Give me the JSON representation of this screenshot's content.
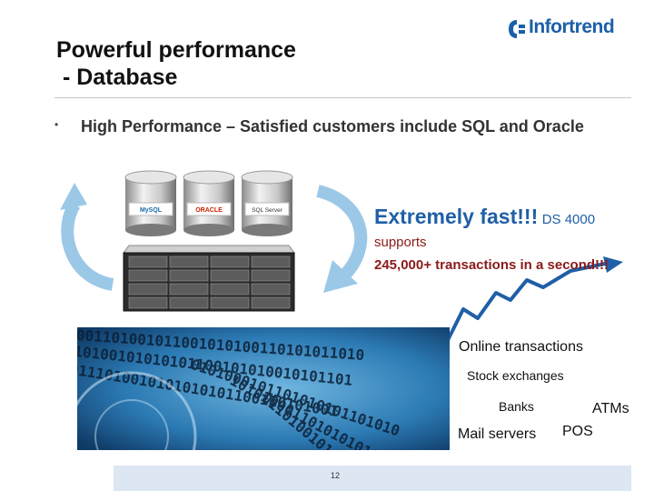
{
  "slide": {
    "title_line1": "Powerful performance",
    "title_line2": " - Database",
    "bullet_marker": "•",
    "bullet_text": "High Performance – Satisfied customers include SQL and Oracle",
    "page_number": "12"
  },
  "logo": {
    "text": "Infortrend",
    "color": "#1b5fa8"
  },
  "servers": {
    "labels": [
      "MySQL",
      "ORACLE",
      "SQL Server"
    ]
  },
  "callout": {
    "headline": "Extremely fast!!!",
    "model": "DS 4000",
    "supports": "supports",
    "transactions": "245,000+ transactions in a second!!!"
  },
  "use_cases": {
    "online": "Online transactions",
    "stock": "Stock exchanges",
    "banks": "Banks",
    "atms": "ATMs",
    "mail": "Mail servers",
    "pos": "POS"
  },
  "colors": {
    "accent_blue": "#1f5fa6",
    "accent_red": "#8b1a1a",
    "arrow": "#9cc8e8"
  }
}
